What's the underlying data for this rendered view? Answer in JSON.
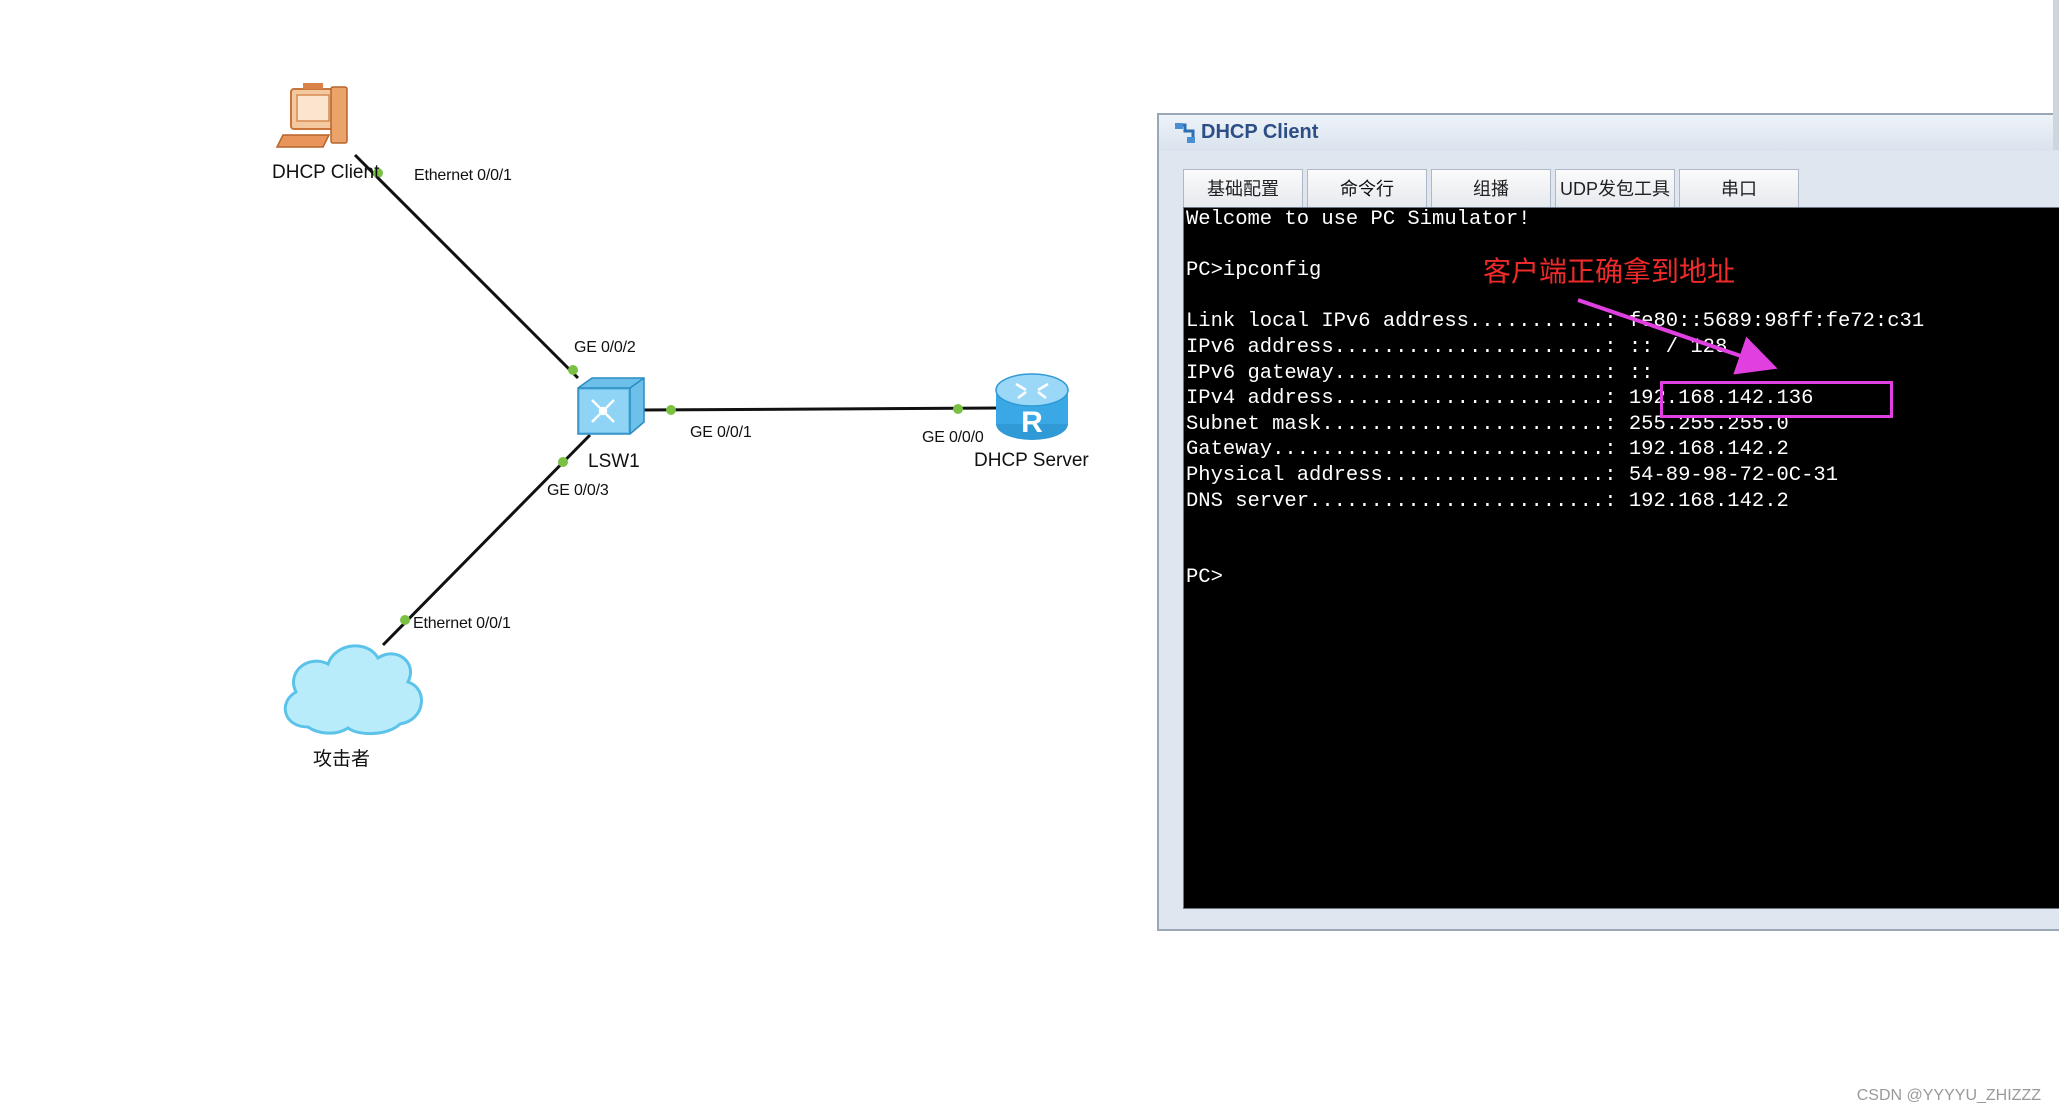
{
  "topology": {
    "nodes": {
      "client": "DHCP Client",
      "switch": "LSW1",
      "server": "DHCP Server",
      "attacker": "攻击者"
    },
    "ports": {
      "client_eth": "Ethernet 0/0/1",
      "sw_ge2": "GE 0/0/2",
      "sw_ge1": "GE 0/0/1",
      "srv_ge0": "GE 0/0/0",
      "sw_ge3": "GE 0/0/3",
      "attacker_eth": "Ethernet 0/0/1"
    },
    "colors": {
      "link": "#111111",
      "port_dot": "#7ac143"
    }
  },
  "window": {
    "title": "DHCP Client",
    "tabs": [
      "基础配置",
      "命令行",
      "组播",
      "UDP发包工具",
      "串口"
    ],
    "active_tab": 1,
    "terminal_lines": [
      "Welcome to use PC Simulator!",
      "",
      "PC>ipconfig",
      "",
      "Link local IPv6 address...........: fe80::5689:98ff:fe72:c31",
      "IPv6 address......................: :: / 128",
      "IPv6 gateway......................: ::",
      "IPv4 address......................: 192.168.142.136",
      "Subnet mask.......................: 255.255.255.0",
      "Gateway...........................: 192.168.142.2",
      "Physical address..................: 54-89-98-72-0C-31",
      "DNS server........................: 192.168.142.2",
      "",
      "",
      "PC>"
    ]
  },
  "annotation": {
    "text": "客户端正确拿到地址",
    "text_color": "#ee2a2a",
    "highlight_color": "#e040e0"
  },
  "watermark": "CSDN @YYYYU_ZHIZZZ"
}
